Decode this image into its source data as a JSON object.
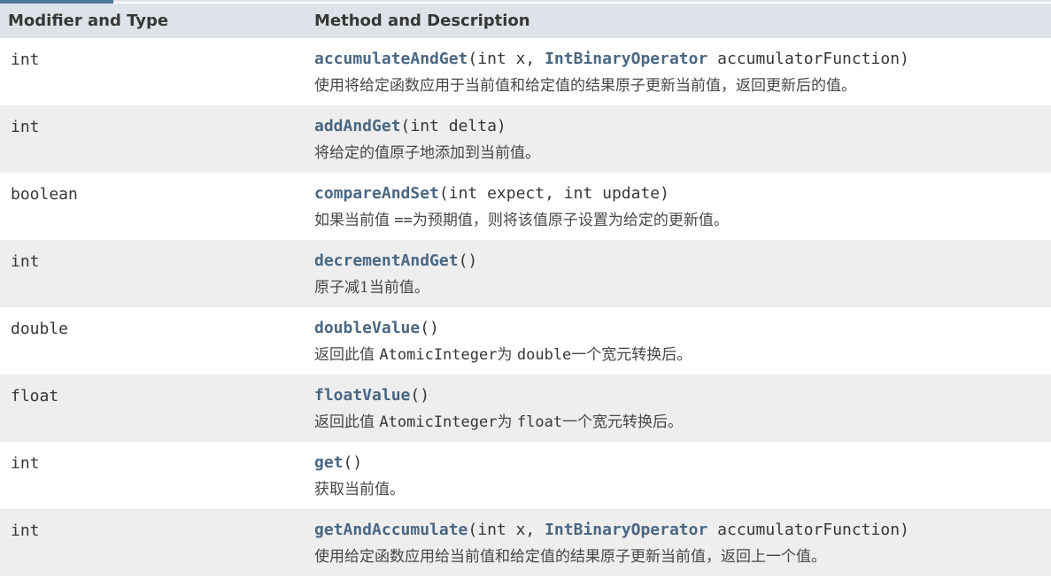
{
  "table": {
    "headers": {
      "modifier": "Modifier and Type",
      "method": "Method and Description"
    },
    "rows": [
      {
        "type": "int",
        "method": "accumulateAndGet",
        "sig_open": "(int x, ",
        "param_type": "IntBinaryOperator",
        "sig_close": " accumulatorFunction)",
        "desc": "使用将给定函数应用于当前值和给定值的结果原子更新当前值，返回更新后的值。"
      },
      {
        "type": "int",
        "method": "addAndGet",
        "sig": "(int delta)",
        "desc": "将给定的值原子地添加到当前值。"
      },
      {
        "type": "boolean",
        "method": "compareAndSet",
        "sig": "(int expect, int update)",
        "desc_pre": "如果当前值 ",
        "desc_code": "==",
        "desc_post": "为预期值，则将该值原子设置为给定的更新值。"
      },
      {
        "type": "int",
        "method": "decrementAndGet",
        "sig": "()",
        "desc": "原子减1当前值。"
      },
      {
        "type": "double",
        "method": "doubleValue",
        "sig": "()",
        "desc_pre": "返回此值 ",
        "desc_code1": "AtomicInteger",
        "desc_mid": "为 ",
        "desc_code2": "double",
        "desc_post": "一个宽元转换后。"
      },
      {
        "type": "float",
        "method": "floatValue",
        "sig": "()",
        "desc_pre": "返回此值 ",
        "desc_code1": "AtomicInteger",
        "desc_mid": "为 ",
        "desc_code2": "float",
        "desc_post": "一个宽元转换后。"
      },
      {
        "type": "int",
        "method": "get",
        "sig": "()",
        "desc": "获取当前值。"
      },
      {
        "type": "int",
        "method": "getAndAccumulate",
        "sig_open": "(int x, ",
        "param_type": "IntBinaryOperator",
        "sig_close": " accumulatorFunction)",
        "desc": "使用给定函数应用给当前值和给定值的结果原子更新当前值，返回上一个值。"
      }
    ]
  },
  "colors": {
    "header_bg": "#dee3e9",
    "alt_row_bg": "#eeeeef",
    "link": "#4a6782",
    "accent": "#4d7a97"
  }
}
